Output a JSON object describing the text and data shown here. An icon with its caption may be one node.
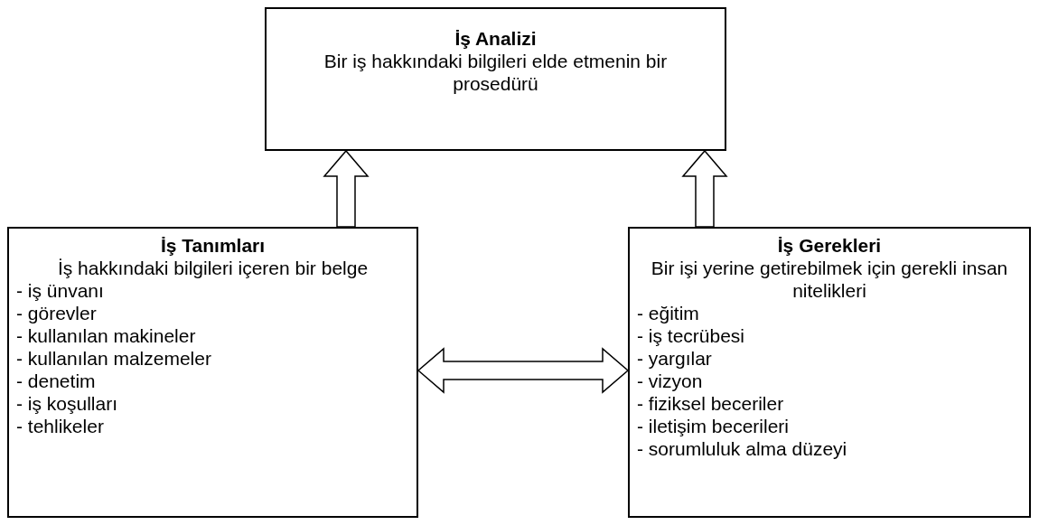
{
  "diagram": {
    "nodes": [
      {
        "text": [
          "İş Analizi",
          "Bir iş hakkındaki bilgileri elde etmenin bir prosedürü"
        ]
      },
      {
        "text": [
          "İş Tanımları",
          "İş hakkındaki bilgileri içeren bir belge",
          "- iş ünvanı",
          "- görevler",
          "- kullanılan makineler",
          "- kullanılan malzemeler",
          "- denetim",
          "- iş koşulları",
          "- tehlikeler"
        ]
      },
      {
        "text": [
          "İş Gerekleri",
          "Bir işi yerine getirebilmek için gerekli insan nitelikleri",
          "- eğitim",
          "- iş tecrübesi",
          "- yargılar",
          "- vizyon",
          "- fiziksel beceriler",
          "- iletişim becerileri",
          "- sorumluluk alma düzeyi"
        ]
      }
    ],
    "edges": [
      {
        "from": 1,
        "to": 0,
        "arrow": "to"
      },
      {
        "from": 2,
        "to": 0,
        "arrow": "to"
      },
      {
        "from": 1,
        "to": 2,
        "arrow": "both"
      }
    ]
  }
}
